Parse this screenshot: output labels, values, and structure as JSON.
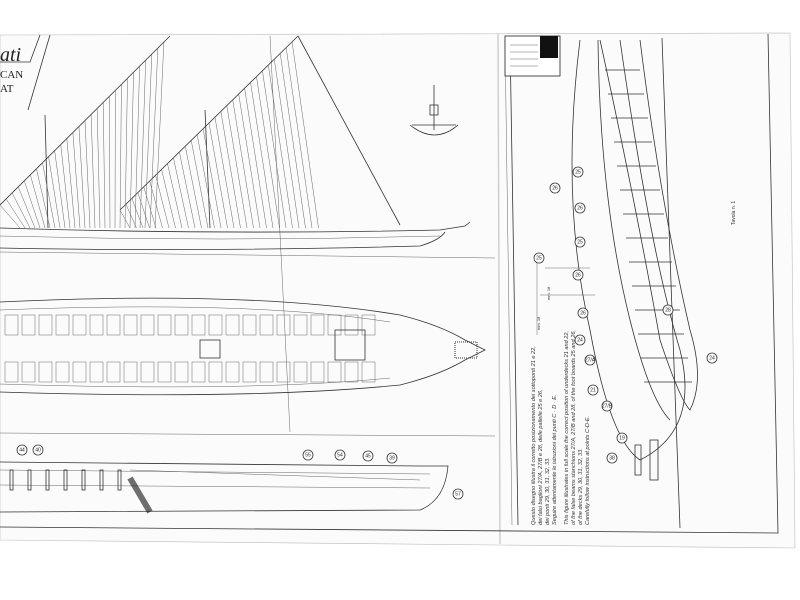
{
  "title": {
    "line1": "ati",
    "line2": "CAN",
    "line3": "AT"
  },
  "notes": {
    "italian": [
      "Questo disegno illustra il corretto posizionamento dei sottoponti 21 e 22,",
      "dei falsi baglioni 27/A, 27/B e 28, delle pallelle 25 e 26,",
      "dei ponti 29, 30, 31, 32, 33.",
      "Seguire attentamente le istruzioni dei punti C · D · E."
    ],
    "english": [
      "This figure illustrates in full scale the correct position of underdecks 21 and 22,",
      "of the false beams stanchions 27/A, 27/B and 28, of the foot boards 25 and 26,",
      "of the decks 29, 30, 31, 32, 33.",
      "Carefully follow instructions at points C-D-E."
    ]
  },
  "sheet_label": "Tavola n. 1",
  "dimensions": [
    "mm. 18",
    "mm. 18"
  ],
  "callouts_right": [
    "25",
    "26",
    "26",
    "25",
    "26",
    "26",
    "24",
    "27/A",
    "21",
    "27/B",
    "19",
    "38",
    "28",
    "24",
    "25"
  ],
  "callouts_bottom": [
    "44",
    "40",
    "55",
    "54",
    "45",
    "39",
    "57"
  ]
}
